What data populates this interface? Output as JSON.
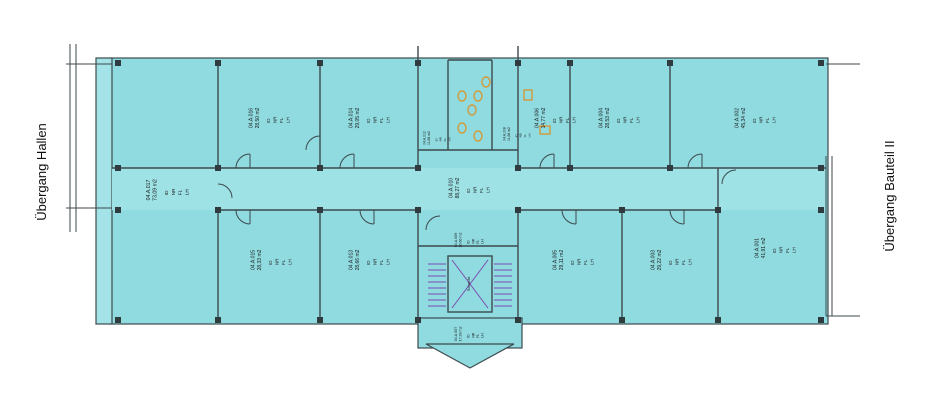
{
  "side_labels": {
    "left": "Übergang Hallen",
    "right": "Übergang Bauteil II"
  },
  "label_fields": [
    "ID",
    "NR",
    "FL",
    "LH"
  ],
  "rooms": [
    {
      "id": "04.A.017",
      "area": "73,09 m2"
    },
    {
      "id": "04.A.016",
      "area": "28,50 m2"
    },
    {
      "id": "04.A.014",
      "area": "29,05 m2"
    },
    {
      "id": "04.A.012",
      "area": "11,68 m2"
    },
    {
      "id": "04.A.008",
      "area": "11,68 m2"
    },
    {
      "id": "04.A.006",
      "area": "14,77 m2"
    },
    {
      "id": "04.A.004",
      "area": "28,53 m2"
    },
    {
      "id": "04.A.002",
      "area": "45,34 m2"
    },
    {
      "id": "04.A.010",
      "area": "88,27 m2"
    },
    {
      "id": "04.A.015",
      "area": "28,33 m2"
    },
    {
      "id": "04.A.013",
      "area": "28,66 m2"
    },
    {
      "id": "04.A.009",
      "area": "10,66 m2"
    },
    {
      "id": "04.A.005",
      "area": "29,11 m2"
    },
    {
      "id": "04.A.003",
      "area": "29,22 m2"
    },
    {
      "id": "04.A.001",
      "area": "41,91 m2"
    },
    {
      "id": "04.A.007",
      "area": "17,39 m2"
    }
  ],
  "shaft_label": "Schacht",
  "colors": {
    "fill": "#8fdbe0",
    "wall": "#3c4a4e",
    "fixture": "#d29a3c",
    "stair": "#7b4db0"
  }
}
